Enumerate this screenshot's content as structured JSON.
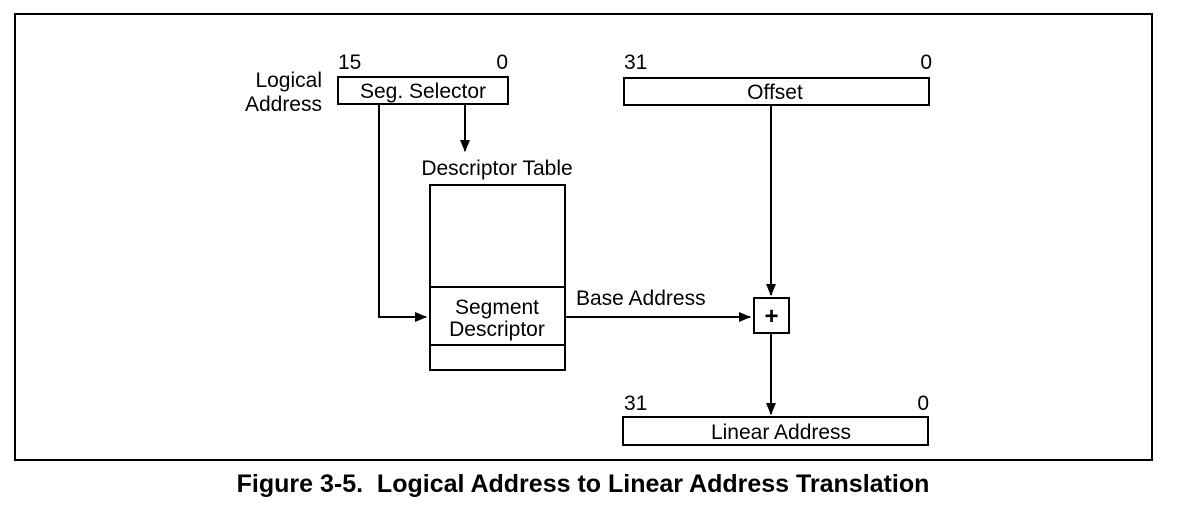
{
  "diagram": {
    "logical_address_line1": "Logical",
    "logical_address_line2": "Address",
    "seg_selector": {
      "label": "Seg. Selector",
      "bit_high": "15",
      "bit_low": "0"
    },
    "offset": {
      "label": "Offset",
      "bit_high": "31",
      "bit_low": "0"
    },
    "descriptor_table": {
      "title": "Descriptor Table",
      "segment_descriptor_line1": "Segment",
      "segment_descriptor_line2": "Descriptor"
    },
    "base_address": "Base Address",
    "adder_symbol": "+",
    "linear_address": {
      "label": "Linear Address",
      "bit_high": "31",
      "bit_low": "0"
    }
  },
  "caption": "Figure 3-5.  Logical Address to Linear Address Translation"
}
